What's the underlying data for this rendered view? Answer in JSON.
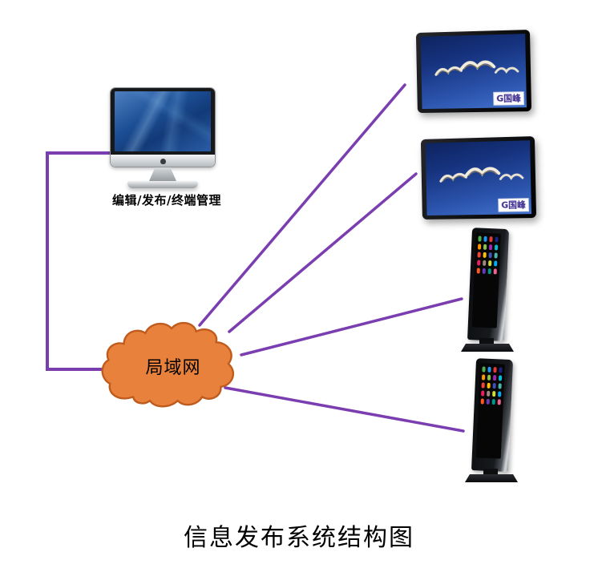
{
  "title": {
    "text": "信息发布系统结构图"
  },
  "pc": {
    "label": "编辑/发布/终端管理",
    "device": "imac-management-workstation"
  },
  "cloud": {
    "label": "局域网"
  },
  "displays": [
    {
      "logo_text": "G国峰",
      "screen_content": "three seagulls flying in a blue sky"
    },
    {
      "logo_text": "G国峰",
      "screen_content": "three seagulls flying in a blue sky"
    }
  ],
  "kiosks": [
    {
      "screen_content": "android app icon launcher grid on black"
    },
    {
      "screen_content": "android app icon launcher grid on black"
    }
  ],
  "colors": {
    "connection_line": "#7A3EB1",
    "cloud_fill": "#E8813C",
    "cloud_border": "#BF5B1D",
    "tv_screen_top": "#0E2460",
    "tv_screen_bottom": "#4272CC",
    "logo_text": "#3D2B8E"
  },
  "kiosk_screen": {
    "icon_colors": [
      "#4caf50",
      "#2196f3",
      "#e53935",
      "#1a237e",
      "#ff9800",
      "#8bc34a",
      "#9c27b0",
      "#00bcd4",
      "#f44336",
      "#ffc107",
      "#3f51b5",
      "#4db6ac",
      "#e91e63",
      "#a1887f",
      "#cddc39",
      "#03a9f4",
      "#ff5722",
      "#673ab7",
      "#009688",
      "#f06292"
    ]
  }
}
